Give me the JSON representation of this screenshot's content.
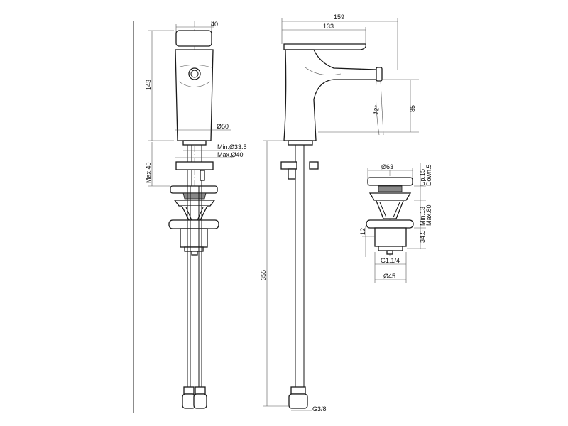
{
  "drawing": {
    "front_view": {
      "width_top": "40",
      "height": "143",
      "body_diameter": "Ø50",
      "hole_min": "Min.Ø33.5",
      "hole_max": "Max.Ø40",
      "deck_max": "Max.40"
    },
    "side_view": {
      "total_reach": "159",
      "lever_length": "133",
      "spout_height": "85",
      "angle": "12°",
      "hose_length": "355",
      "connection": "G3/8"
    },
    "drain_detail": {
      "cap_diameter": "Ø63",
      "travel_up": "Up.15",
      "travel_down": "Down.5",
      "deck_min": "Min.13",
      "deck_max": "Max.80",
      "flange_height": "12",
      "body_height": "34.5",
      "thread": "G1.1/4",
      "body_diameter": "Ø45"
    }
  }
}
